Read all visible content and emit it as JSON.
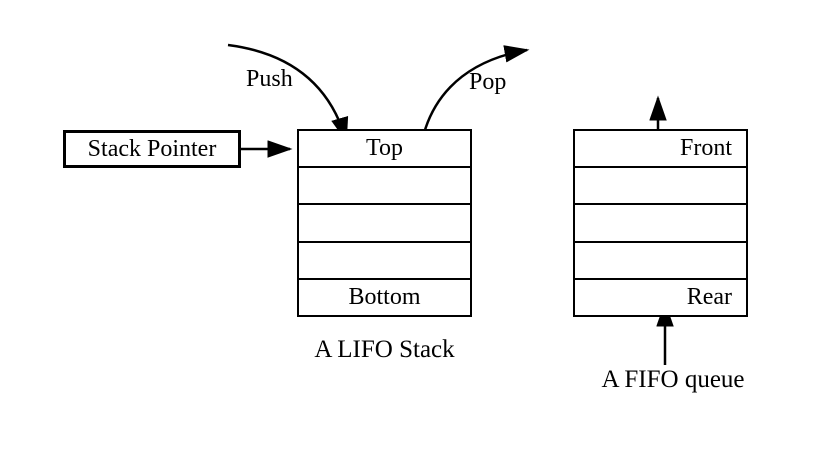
{
  "diagram": {
    "background_color": "#ffffff",
    "line_color": "#000000",
    "stack_pointer": {
      "label": "Stack Pointer"
    },
    "stack": {
      "push_label": "Push",
      "pop_label": "Pop",
      "cells": [
        "Top",
        "",
        "",
        "",
        "Bottom"
      ],
      "caption": "A LIFO Stack"
    },
    "queue": {
      "cells": [
        "Front",
        "",
        "",
        "",
        "Rear"
      ],
      "caption": "A FIFO queue"
    },
    "icons": {
      "stack_pointer_arrow": "right-arrow",
      "push_arrow": "curved-down-arrow",
      "pop_arrow": "curved-up-right-arrow",
      "dequeue_arrow": "up-arrow",
      "enqueue_arrow": "up-arrow"
    }
  }
}
